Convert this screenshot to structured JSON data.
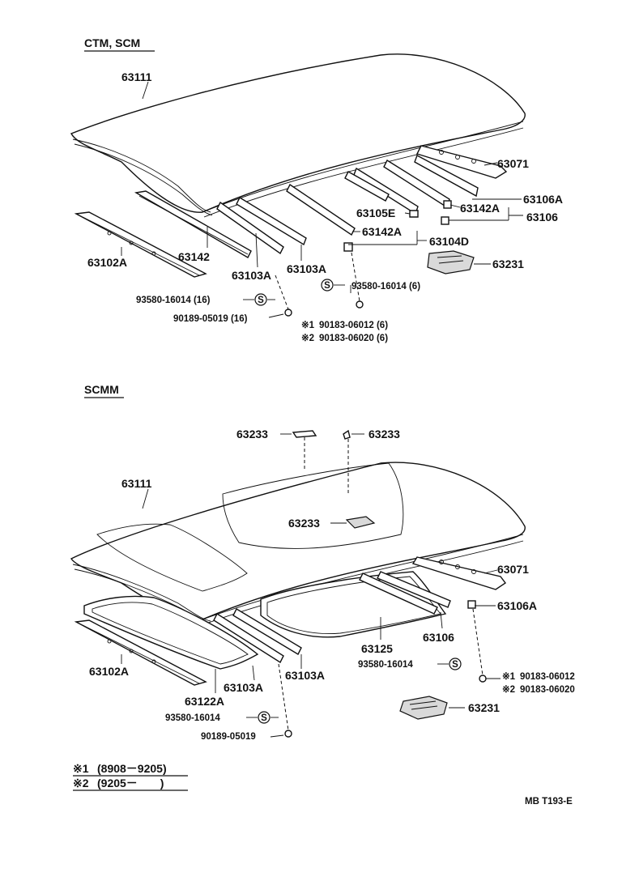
{
  "diagram_code": "MB T193-E",
  "sections": [
    {
      "header": "CTM, SCM",
      "labels": {
        "roof": "63111",
        "p63071": "63071",
        "p63106A": "63106A",
        "p63142A_r": "63142A",
        "p63106": "63106",
        "p63105E": "63105E",
        "p63142A_l": "63142A",
        "p63104D": "63104D",
        "p63231": "63231",
        "p63102A": "63102A",
        "p63142": "63142",
        "p63103A_a": "63103A",
        "p63103A_b": "63103A",
        "screw_l": "93580-16014 (16)",
        "clip_l": "90189-05019 (16)",
        "screw_r": "93580-16014 (6)",
        "nut1": "90183-06012 (6)",
        "nut2": "90183-06020 (6)",
        "mark1": "※1",
        "mark2": "※2",
        "s_symbol": "S"
      }
    },
    {
      "header": "SCMM",
      "labels": {
        "p63233_a": "63233",
        "p63233_b": "63233",
        "p63233_c": "63233",
        "roof": "63111",
        "p63071": "63071",
        "p63106A": "63106A",
        "p63106": "63106",
        "p63125": "63125",
        "p63102A": "63102A",
        "p63122A": "63122A",
        "p63103A_a": "63103A",
        "p63103A_b": "63103A",
        "screw_r": "93580-16014",
        "nut1": "90183-06012",
        "nut2": "90183-06020",
        "p63231": "63231",
        "screw_l": "93580-16014",
        "clip_l": "90189-05019",
        "mark1": "※1",
        "mark2": "※2",
        "s_symbol": "S"
      }
    }
  ],
  "legend": [
    {
      "mark": "※1",
      "text": "(8908－9205)"
    },
    {
      "mark": "※2",
      "text": "(9205－　　)"
    }
  ]
}
